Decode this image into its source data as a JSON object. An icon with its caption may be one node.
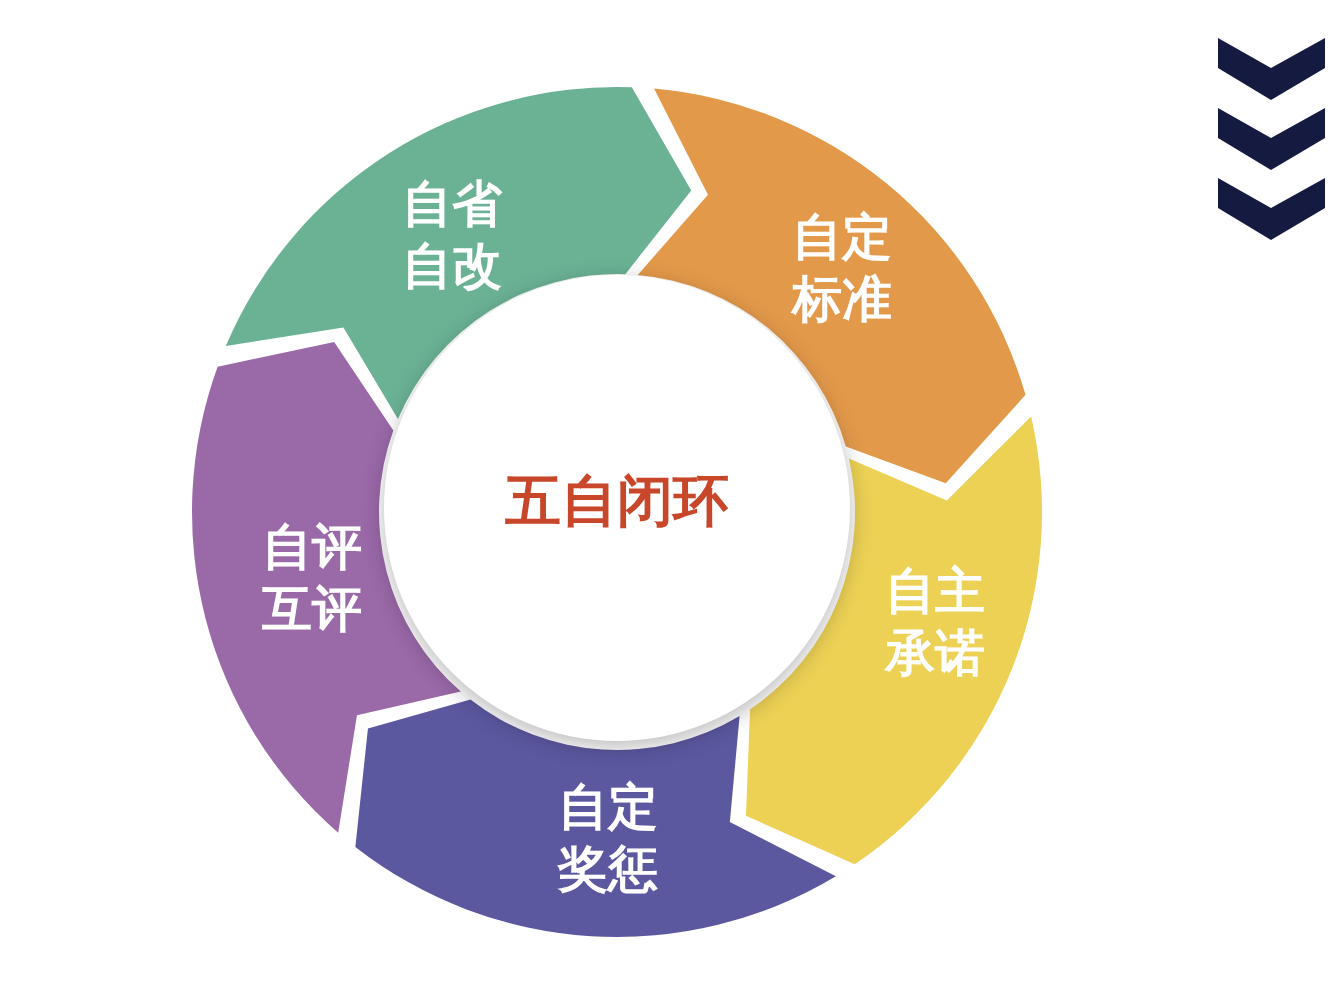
{
  "diagram": {
    "nodes": [
      {
        "text": [
          "自省自改"
        ]
      },
      {
        "text": [
          "自定标准"
        ]
      },
      {
        "text": [
          "自主承诺"
        ]
      },
      {
        "text": [
          "自定奖惩"
        ]
      },
      {
        "text": [
          "自评互评"
        ]
      },
      {
        "text": [
          "五自闭环"
        ]
      }
    ]
  }
}
